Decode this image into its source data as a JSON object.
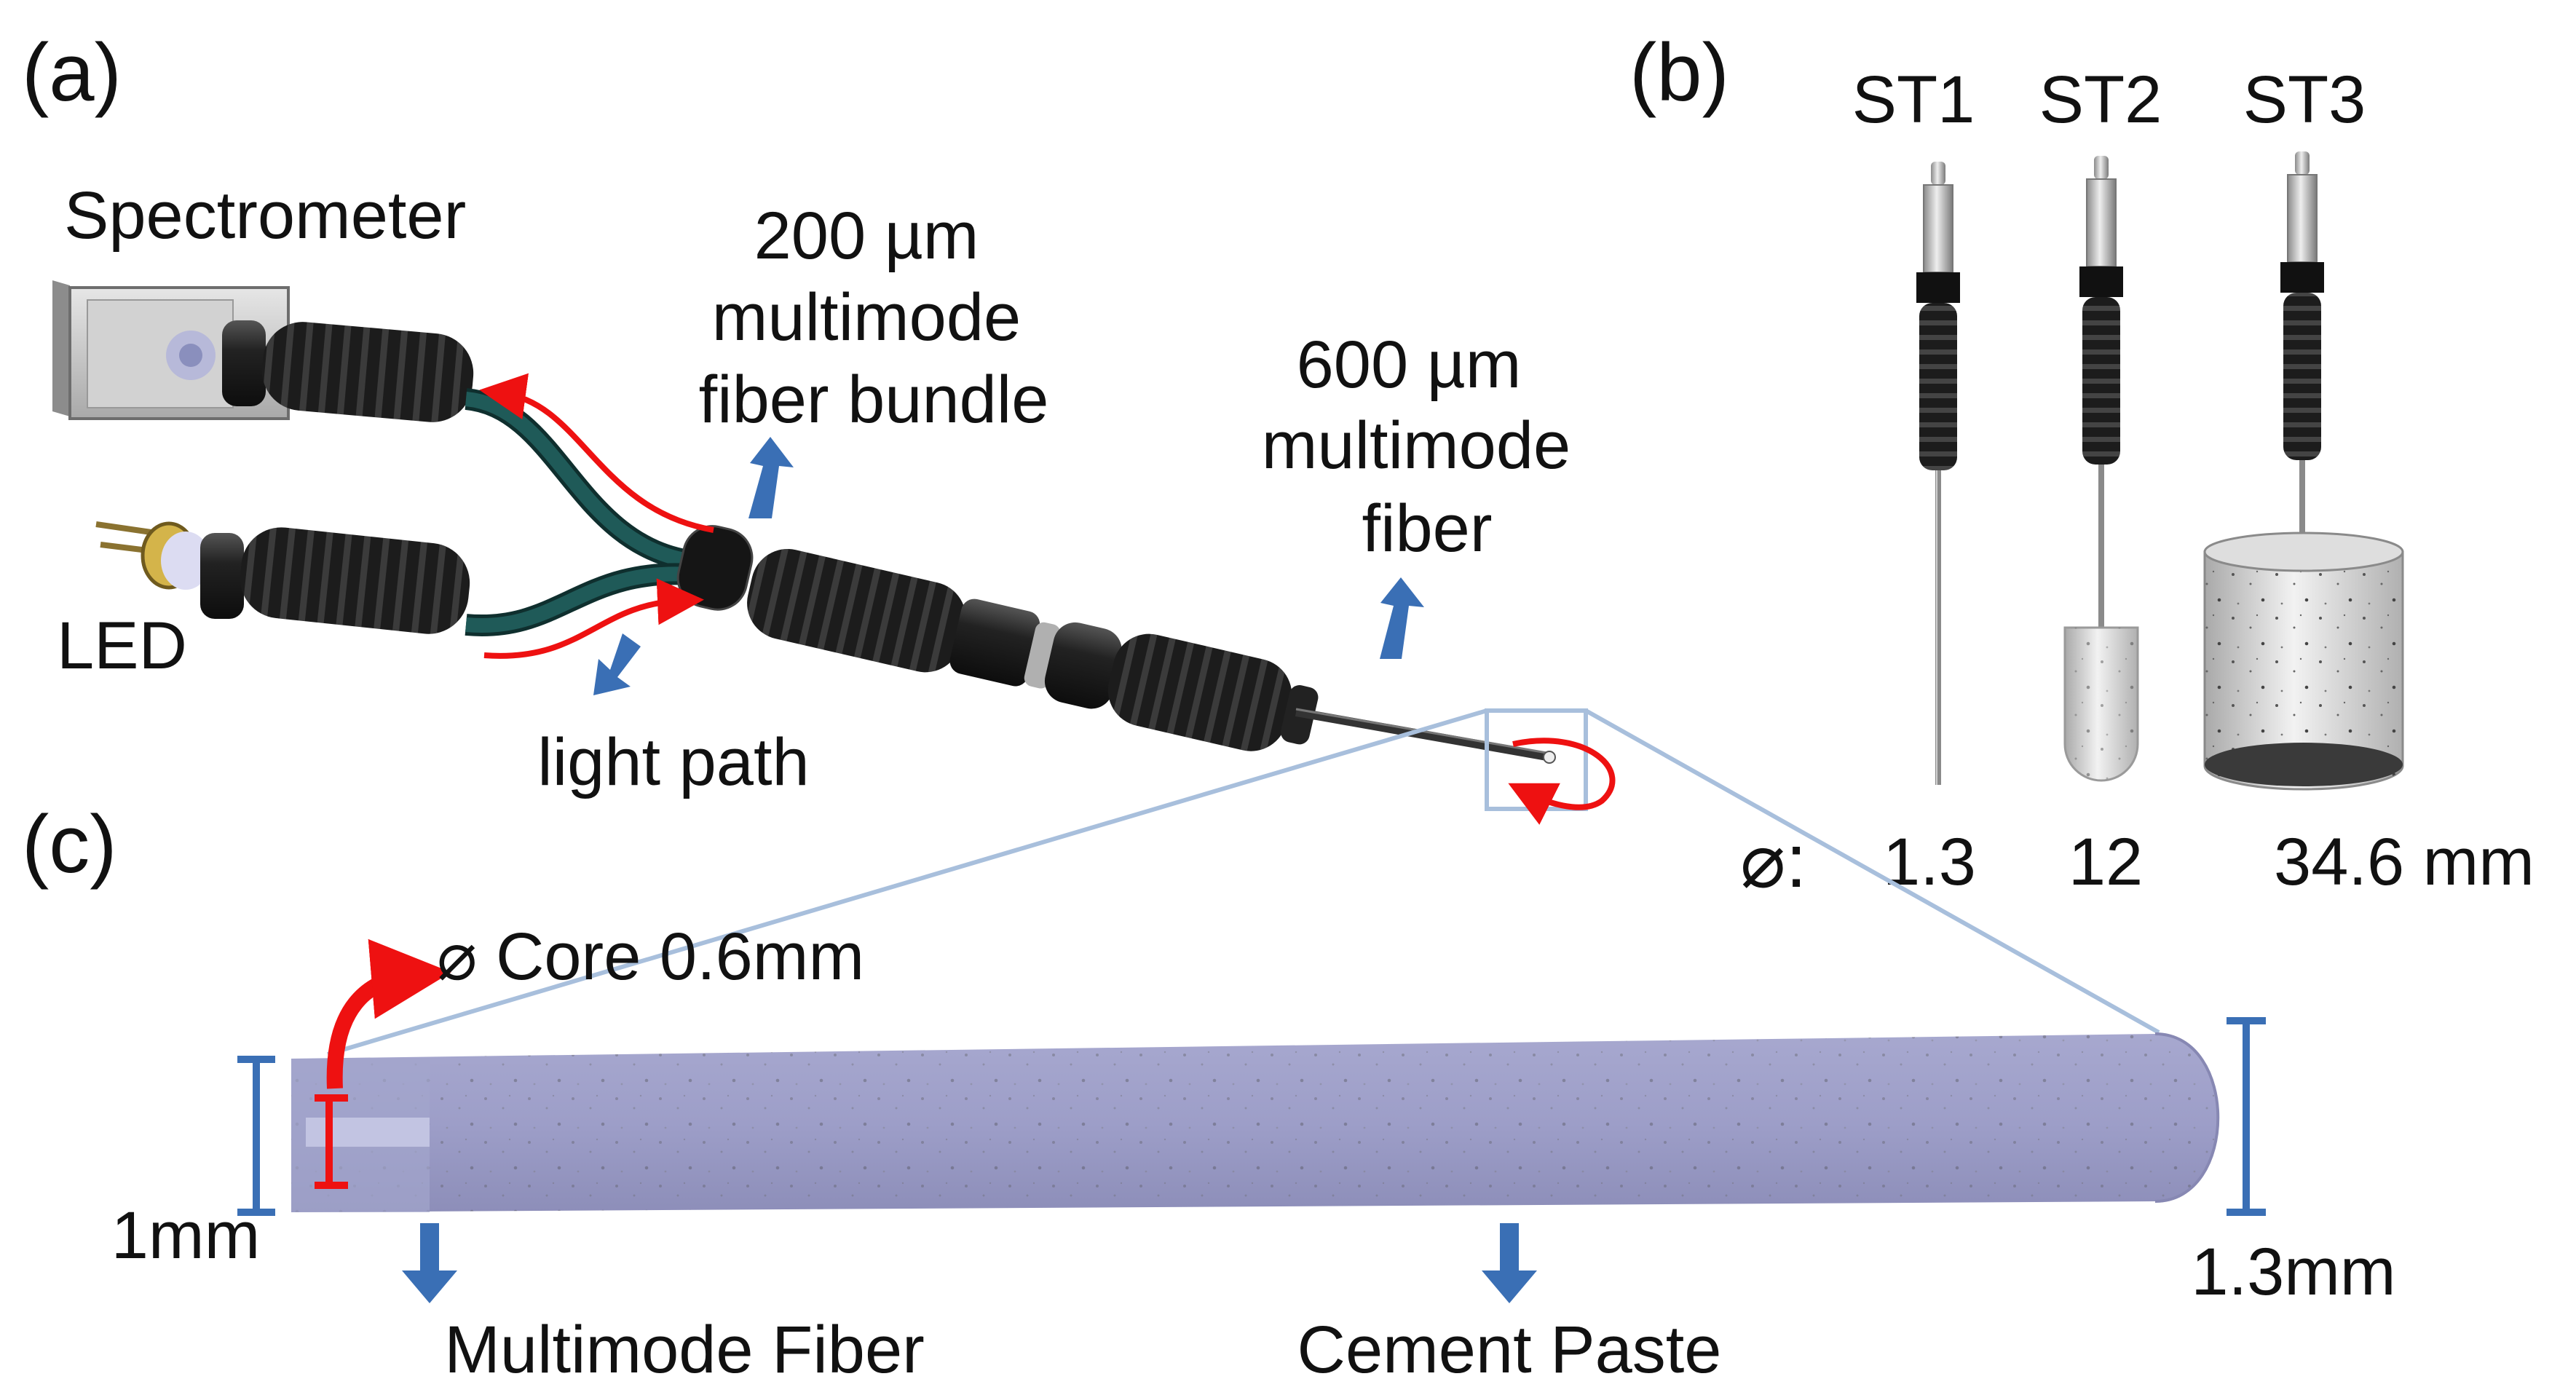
{
  "panels": {
    "a": "(a)",
    "b": "(b)",
    "c": "(c)"
  },
  "labels": {
    "spectrometer": "Spectrometer",
    "led": "LED",
    "bundle": [
      "200 µm",
      "multimode",
      "fiber bundle"
    ],
    "fiber600": [
      "600 µm",
      "multimode",
      "fiber"
    ],
    "light_path": "light path"
  },
  "probes": {
    "names": [
      "ST1",
      "ST2",
      "ST3"
    ],
    "diameter_symbol": "⌀:",
    "diameters": [
      "1.3",
      "12",
      "34.6 mm"
    ]
  },
  "detail": {
    "core": "⌀ Core 0.6mm",
    "left_dim": "1mm",
    "right_dim": "1.3mm",
    "fiber_label": "Multimode Fiber",
    "paste_label": "Cement Paste"
  },
  "colors": {
    "light_arrow": "#ee1111",
    "pointer_arrow": "#3a6fb5",
    "dimension": "#3a6fb5",
    "fiber_jacket": "#1f5a58",
    "connector": "#2a2a2a",
    "cement": "#9b9cc4"
  }
}
